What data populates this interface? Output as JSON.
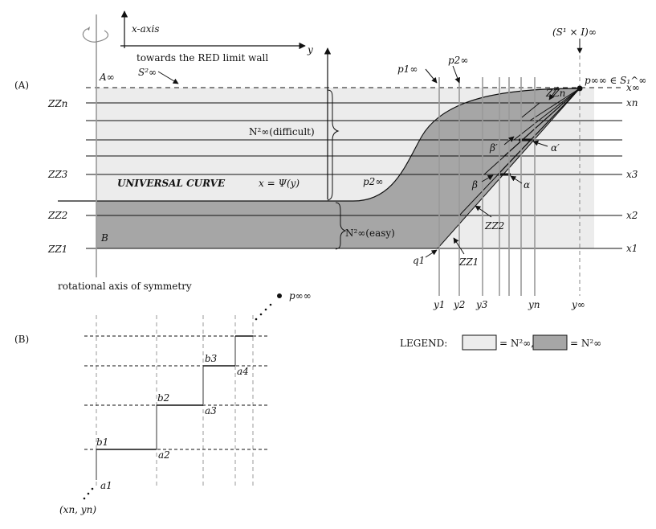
{
  "panel_a": {
    "panel_label": "(A)",
    "x_axis_label": "x-axis",
    "y_axis_label": "y",
    "towards_label": "towards the RED limit wall",
    "A_inf": "A∞",
    "S2_inf": "S²∞",
    "B_label": "B",
    "left_labels": [
      "ZZn",
      "ZZ3",
      "ZZ2",
      "ZZ1"
    ],
    "right_labels": [
      "x∞",
      "xn",
      "x3",
      "x2",
      "x1"
    ],
    "N_difficult": "N²∞(difficult)",
    "N_easy": "N²∞(easy)",
    "universal_curve_bold": "UNIVERSAL CURVE",
    "universal_curve_formula": "x = Ψ(y)",
    "p2inf_inner": "p2∞",
    "p1inf": "p1∞",
    "p2inf": "p2∞",
    "p_infinf": "p∞∞ ∈ S₁^∞",
    "s1xi": "(S¹ × I)∞",
    "ZZn_arrow": "ZZn",
    "ZZ2_arrow": "ZZ2",
    "ZZ1_arrow": "ZZ1",
    "q1": "q1",
    "beta": "β",
    "beta_prime": "β′",
    "alpha": "α",
    "alpha_prime": "α′",
    "y_labels": [
      "y1",
      "y2",
      "y3",
      "yn",
      "y∞"
    ],
    "rotational_axis": "rotational axis of symmetry"
  },
  "panel_b": {
    "panel_label": "(B)",
    "p_infinf": "p∞∞",
    "xn_yn": "(xn, yn)",
    "a_labels": [
      "a1",
      "a2",
      "a3",
      "a4"
    ],
    "b_labels": [
      "b1",
      "b2",
      "b3"
    ]
  },
  "legend": {
    "title": "LEGEND:",
    "light_text": "= N²∞,",
    "dark_text": "= N²∞",
    "light_color": "#ececec",
    "dark_color": "#a6a6a6"
  }
}
